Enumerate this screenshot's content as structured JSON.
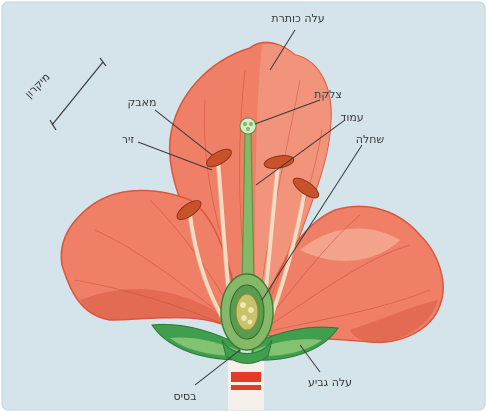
{
  "labels": {
    "petal": "עלה כותרת",
    "stigma": "צלקת",
    "style": "עמוד",
    "ovary": "שחלה",
    "anther": "מאבק",
    "filament": "זיר",
    "receptacle": "בסיס",
    "sepal": "עלה גביע",
    "scale": "מיקרון"
  },
  "colors": {
    "background": "#d5e3ea",
    "petal": "#ef7f66",
    "petal_dark": "#d9573f",
    "petal_vein": "#c9472f",
    "pistil_green": "#86b86a",
    "sepal_green": "#3f9f4f",
    "anther": "#c8532a",
    "filament": "#f3dcc2",
    "stem_red": "#e43a2a",
    "line": "#3a3a3a"
  }
}
